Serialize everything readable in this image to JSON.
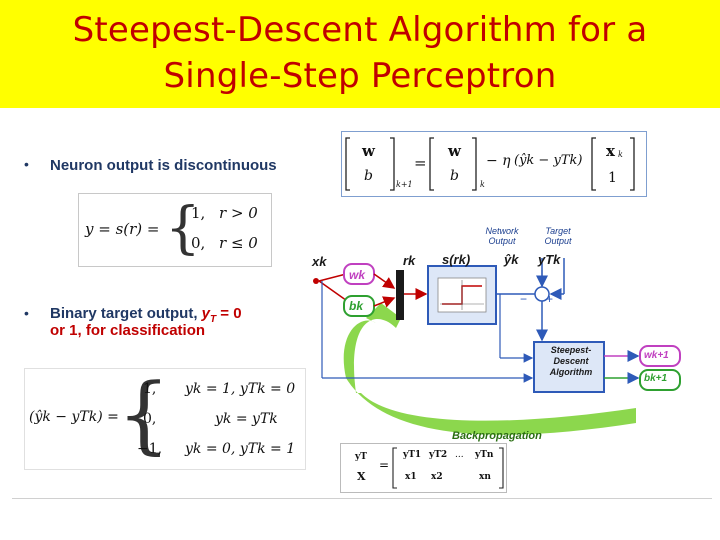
{
  "title": {
    "line1": "Steepest-Descent Algorithm for a",
    "line2": "Single-Step Perceptron"
  },
  "bullets": {
    "b1": "Neuron output is discontinuous",
    "b2_part1": "Binary target output, ",
    "b2_var": "y",
    "b2_sub": "T",
    "b2_part2": " = 0",
    "b2_part3": "or 1, for classification"
  },
  "eq_activation": {
    "lhs": "y = s(r) =",
    "row1_val": "1,",
    "row1_cond": "r > 0",
    "row2_val": "0,",
    "row2_cond": "r ≤ 0"
  },
  "eq_update": {
    "w": "w",
    "b": "b",
    "sub_next": "k+1",
    "equals": "=",
    "sub_k": "k",
    "minus_eta": "− η",
    "error": "(ŷk − yTk)",
    "x": "x",
    "x_sub": "k",
    "one": "1"
  },
  "eq_error": {
    "lhs": "(ŷk − yTk) =",
    "r1_val": "1,",
    "r1_cond": "yk = 1,  yTk = 0",
    "r2_val": "0,",
    "r2_cond": "yk = yTk",
    "r3_val": "−1,",
    "r3_cond": "yk = 0,  yTk = 1"
  },
  "eq_sets": {
    "yT": "yT",
    "X": "X",
    "equals": "=",
    "row1": [
      "yT1",
      "yT2",
      "...",
      "yTn"
    ],
    "row2": [
      "x1",
      "x2",
      "",
      "xn"
    ]
  },
  "diagram": {
    "xk": "xk",
    "wk": "wk",
    "bk": "bk",
    "rk": "rk",
    "s_rk": "s(rk)",
    "yhat": "ŷk",
    "yT": "yTk",
    "net_out": "Network\nOutput",
    "target_out": "Target\nOutput",
    "sd_algo": "Steepest-\nDescent\nAlgorithm",
    "wk1": "wk+1",
    "bk1": "bk+1",
    "backprop": "Backpropagation",
    "plus": "+",
    "minus": "−"
  },
  "colors": {
    "title_bg": "#ffff00",
    "title_text": "#c00000",
    "bullet_text": "#203864",
    "accent_red": "#c00000",
    "diagram_blue": "#2e5ab8",
    "box_fill": "#dde7f7",
    "w_box": "#c040c0",
    "b_box": "#2ea030",
    "arrow_green": "#7fd33a"
  }
}
